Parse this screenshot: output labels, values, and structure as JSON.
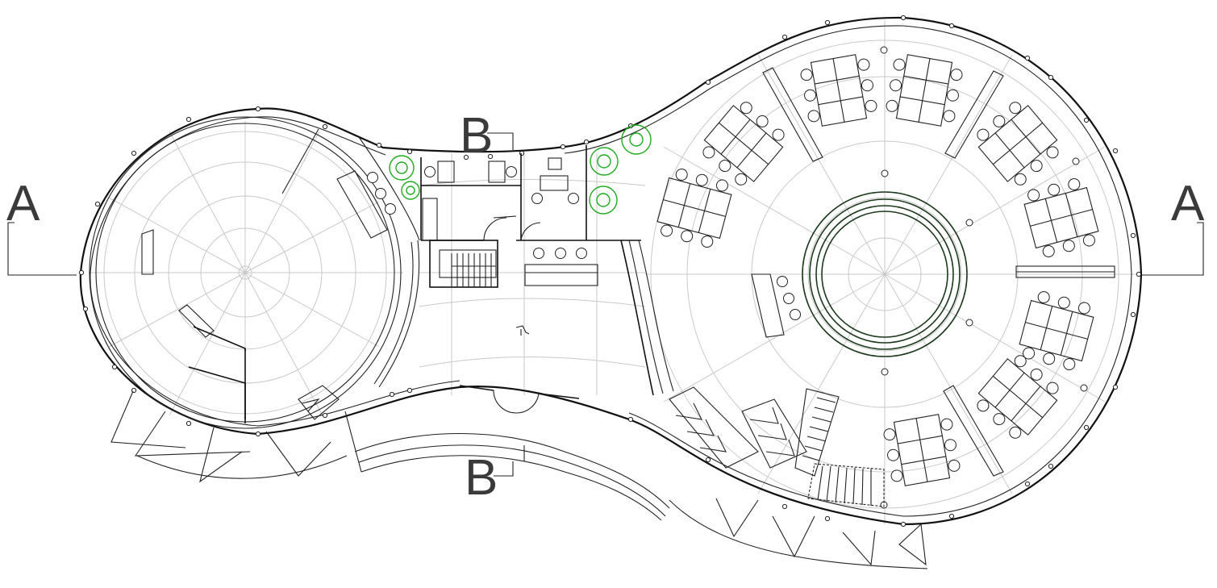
{
  "section_labels": {
    "a_left": "A",
    "a_right": "A",
    "b_top": "B",
    "b_bottom": "B"
  },
  "colors": {
    "wall": "#111111",
    "grid": "#c9c9c9",
    "tree": "#1faa1f",
    "label": "#3a3a3a",
    "background": "#ffffff"
  }
}
